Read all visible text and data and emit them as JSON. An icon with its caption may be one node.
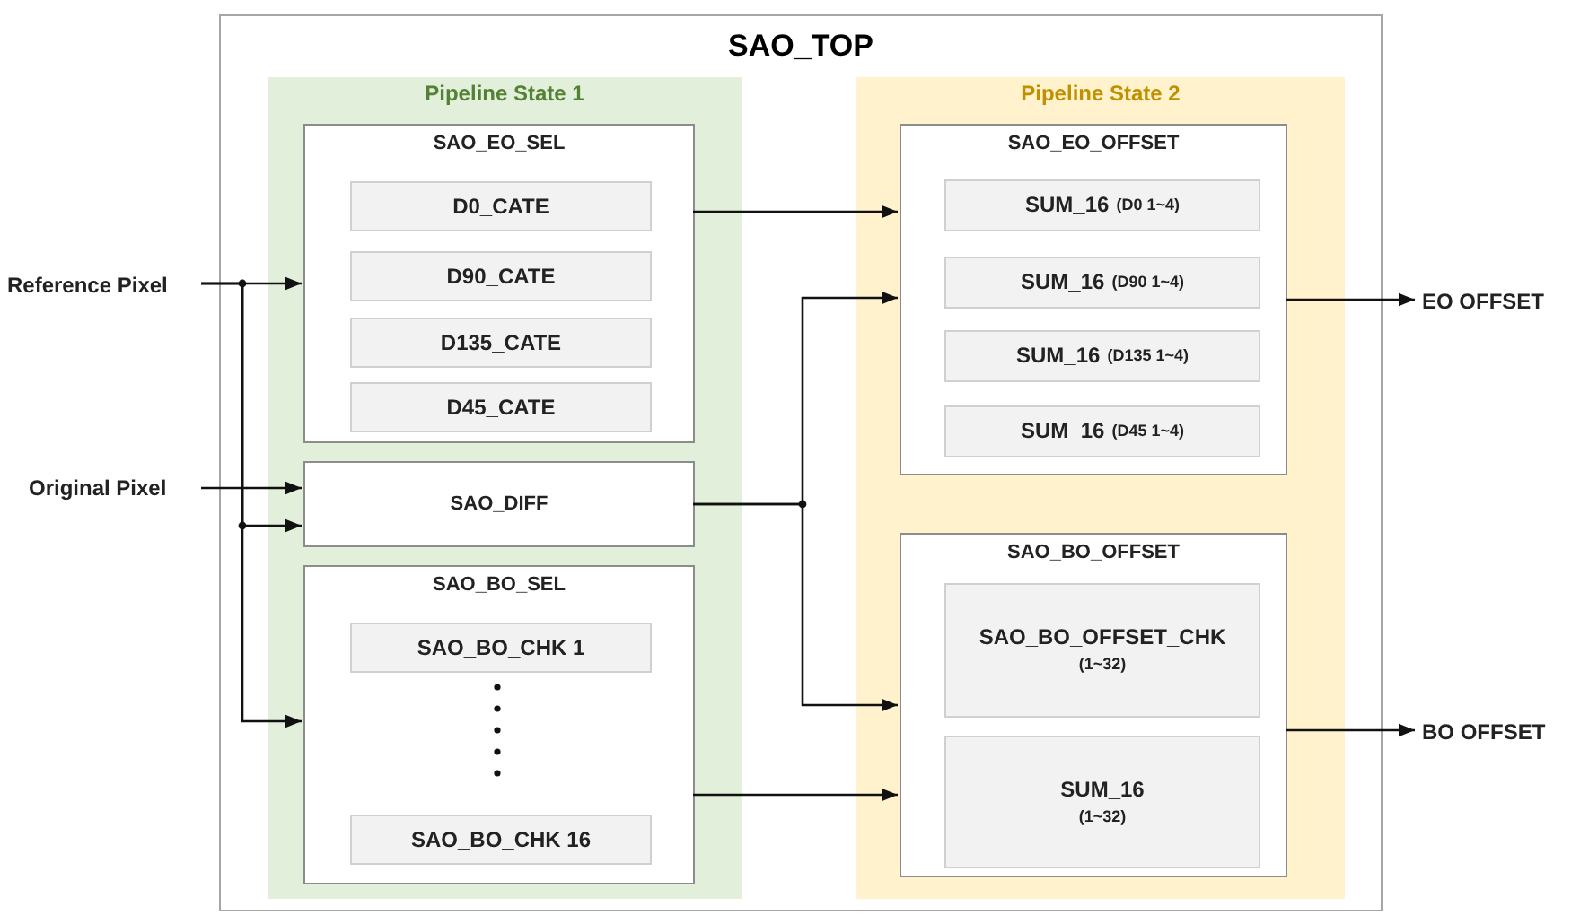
{
  "diagram": {
    "nodes": [
      {
        "text": [
          "SAO_TOP"
        ]
      },
      {
        "text": [
          "Pipeline State 1"
        ],
        "in": 0
      },
      {
        "text": [
          "Pipeline State 2"
        ],
        "in": 0
      },
      {
        "text": [
          "SAO_EO_SEL"
        ],
        "in": 1
      },
      {
        "text": [
          "D0_CATE"
        ],
        "in": 3
      },
      {
        "text": [
          "D90_CATE"
        ],
        "in": 3
      },
      {
        "text": [
          "D135_CATE"
        ],
        "in": 3
      },
      {
        "text": [
          "D45_CATE"
        ],
        "in": 3
      },
      {
        "text": [
          "SAO_DIFF"
        ],
        "in": 1
      },
      {
        "text": [
          "SAO_BO_SEL"
        ],
        "in": 1
      },
      {
        "text": [
          "SAO_BO_CHK 1"
        ],
        "in": 9
      },
      {
        "text": [
          "SAO_BO_CHK 16"
        ],
        "in": 9
      },
      {
        "text": [
          "SAO_EO_OFFSET"
        ],
        "in": 2
      },
      {
        "text": [
          "SUM_16",
          "(D0 1~4)"
        ],
        "in": 12
      },
      {
        "text": [
          "SUM_16",
          "(D90 1~4)"
        ],
        "in": 12
      },
      {
        "text": [
          "SUM_16",
          "(D135 1~4)"
        ],
        "in": 12
      },
      {
        "text": [
          "SUM_16",
          "(D45 1~4)"
        ],
        "in": 12
      },
      {
        "text": [
          "SAO_BO_OFFSET"
        ],
        "in": 2
      },
      {
        "text": [
          "SAO_BO_OFFSET_CHK",
          "(1~32)"
        ],
        "in": 17
      },
      {
        "text": [
          "SUM_16",
          "(1~32)"
        ],
        "in": 17
      },
      {
        "text": [
          "Reference Pixel"
        ]
      },
      {
        "text": [
          "Original Pixel"
        ]
      },
      {
        "text": [
          "EO OFFSET"
        ]
      },
      {
        "text": [
          "BO OFFSET"
        ]
      }
    ],
    "edges": [
      {
        "from": 20,
        "to": 3,
        "arrow": "to"
      },
      {
        "from": 20,
        "to": 8,
        "arrow": "to"
      },
      {
        "from": 20,
        "to": 9,
        "arrow": "to"
      },
      {
        "from": 21,
        "to": 8,
        "arrow": "to"
      },
      {
        "from": 3,
        "to": 12,
        "arrow": "to"
      },
      {
        "from": 8,
        "to": 12,
        "arrow": "to"
      },
      {
        "from": 8,
        "to": 17,
        "arrow": "to"
      },
      {
        "from": 9,
        "to": 17,
        "arrow": "to"
      },
      {
        "from": 12,
        "to": 22,
        "arrow": "to"
      },
      {
        "from": 17,
        "to": 23,
        "arrow": "to"
      }
    ]
  }
}
